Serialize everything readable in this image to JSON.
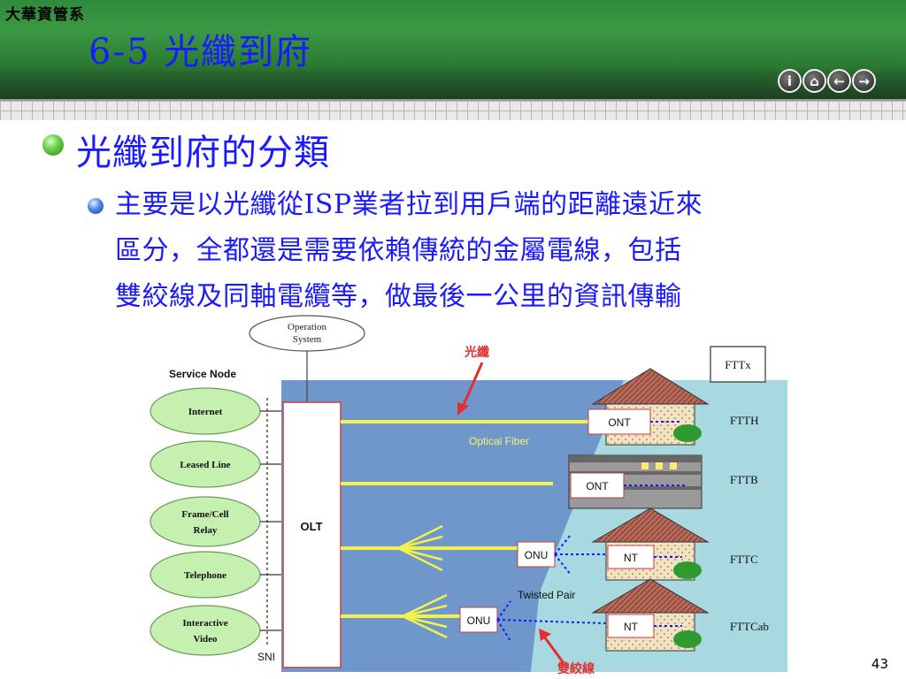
{
  "header": {
    "org": "大華資管系",
    "title": "6-5  光纖到府",
    "nav": [
      "i",
      "⌂",
      "←",
      "→"
    ]
  },
  "bullet1": "光纖到府的分類",
  "bullet2_lines": [
    "主要是以光纖從ISP業者拉到用戶端的距離遠近來",
    "區分，全都還是需要依賴傳統的金屬電線，包括",
    "雙絞線及同軸電纜等，做最後一公里的資訊傳輸"
  ],
  "diagram": {
    "operation_system": [
      "Operation",
      "System"
    ],
    "service_node_title": "Service Node",
    "service_nodes": [
      [
        "Internet"
      ],
      [
        "Leased Line"
      ],
      [
        "Frame/Cell",
        "Relay"
      ],
      [
        "Telephone"
      ],
      [
        "Interactive",
        "Video"
      ]
    ],
    "sni": "SNI",
    "olt": "OLT",
    "optical_fiber": "Optical Fiber",
    "fiber_cn": "光纖",
    "twisted_pair": "Twisted Pair",
    "twisted_cn": "雙絞線",
    "ont": "ONT",
    "onu": "ONU",
    "nt": "NT",
    "fttx_labels": [
      "FTTx",
      "FTTH",
      "FTTB",
      "FTTC",
      "FTTCab"
    ]
  },
  "page_number": "43"
}
